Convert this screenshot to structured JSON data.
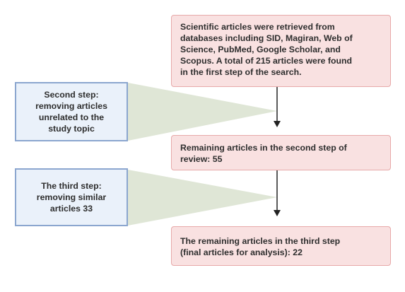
{
  "steps": {
    "box1_lines": [
      "Scientific articles were retrieved from",
      "databases including SID, Magiran, Web of",
      "Science, PubMed, Google Scholar, and",
      "Scopus. A total of 215 articles were found",
      "in the first step of the search."
    ],
    "box2_lines": [
      "Remaining articles in the second step of",
      "review: 55"
    ],
    "box3_lines": [
      "The remaining articles in the third step",
      "(final articles for analysis): 22"
    ]
  },
  "side_notes": {
    "step2_lines": [
      "Second step:",
      "removing articles",
      "unrelated to the",
      "study topic"
    ],
    "step3_lines": [
      "The third step:",
      "removing similar",
      "articles 33"
    ]
  },
  "colors": {
    "main_box_fill": "#f9e1e1",
    "main_box_border": "#e7a9a9",
    "side_box_fill": "#eaf1fa",
    "side_box_border": "#8ba6cf",
    "funnel_fill": "#dfe6d6",
    "arrow": "#222222"
  }
}
